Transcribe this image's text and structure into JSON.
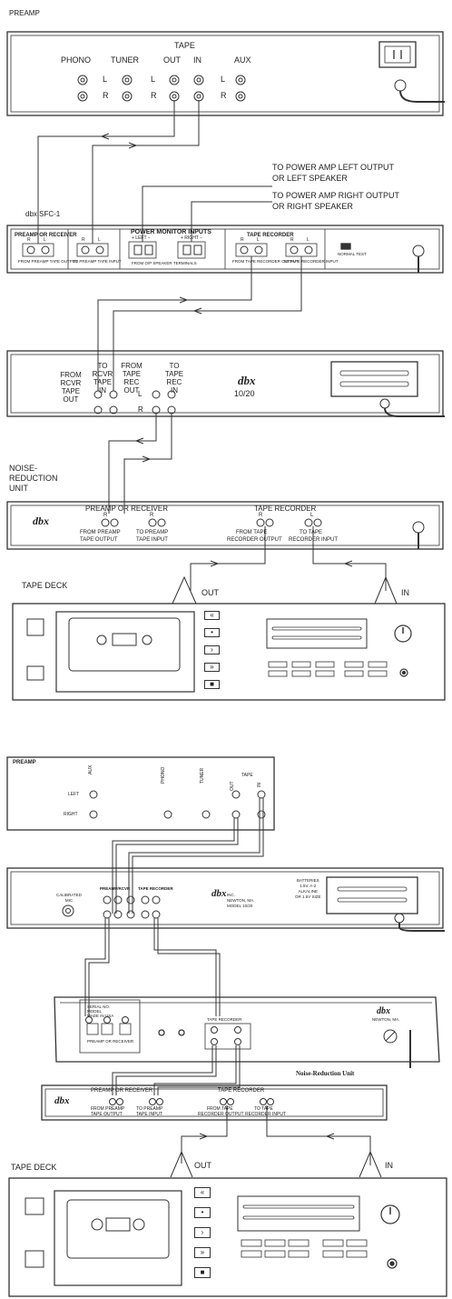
{
  "diagram_a": {
    "preamp": {
      "title": "PREAMP",
      "tape": "TAPE",
      "phono": "PHONO",
      "tuner": "TUNER",
      "out": "OUT",
      "in": "IN",
      "aux": "AUX",
      "l": "L",
      "r": "R"
    },
    "sfc": {
      "label": "dbx SFC-1",
      "section_preamp": "PREAMP OR RECEIVER",
      "section_power": "POWER MONITOR INPUTS",
      "left_plus": "+ LEFT −",
      "right_plus": "+ RIGHT −",
      "section_tape": "TAPE RECORDER",
      "from_preamp_tape_output": "FROM PREAMP TAPE OUTPUT",
      "to_preamp_tape_input": "TO PREAMP TAPE INPUT",
      "from_speaker_terminals": "FROM O/P SPEAKER TERMINALS",
      "from_tape_recorder_output": "FROM TAPE RECORDER OUTPUT",
      "to_tape_recorder_input": "TO TAPE RECORDER INPUT",
      "switch": "NORMAL TEST",
      "r": "R",
      "l": "L"
    },
    "power_left_note_1": "TO POWER AMP LEFT OUTPUT",
    "power_left_note_2": "OR LEFT SPEAKER",
    "power_right_note_1": "TO POWER AMP RIGHT OUTPUT",
    "power_right_note_2": "OR RIGHT SPEAKER",
    "unit1020": {
      "col1": [
        "FROM",
        "RCVR",
        "TAPE",
        "OUT"
      ],
      "col2": [
        "TO",
        "RCVR",
        "TAPE",
        "IN"
      ],
      "col3": [
        "FROM",
        "TAPE",
        "REC",
        "OUT"
      ],
      "col4": [
        "TO",
        "TAPE",
        "REC",
        "IN"
      ],
      "l": "L",
      "r": "R",
      "logo": "dbx",
      "model": "10/20"
    },
    "nr_note": [
      "NOISE-",
      "REDUCTION",
      "UNIT"
    ],
    "nr": {
      "logo": "dbx",
      "section_preamp": "PREAMP OR RECEIVER",
      "section_tape": "TAPE RECORDER",
      "r": "R",
      "l": "L",
      "from_preamp_1": "FROM PREAMP",
      "from_preamp_2": "TAPE OUTPUT",
      "to_preamp_1": "TO PREAMP",
      "to_preamp_2": "TAPE INPUT",
      "from_tape_1": "FROM TAPE",
      "from_tape_2": "RECORDER OUTPUT",
      "to_tape_1": "TO TAPE",
      "to_tape_2": "RECORDER INPUT"
    },
    "out_label": "OUT",
    "in_label": "IN",
    "tape_deck": "TAPE DECK"
  },
  "diagram_b": {
    "preamp": {
      "title": "PREAMP",
      "aux": "AUX",
      "left": "LEFT",
      "right": "RIGHT",
      "phono": "PHONO",
      "tuner": "TUNER",
      "out": "OUT",
      "in": "IN",
      "tape": "TAPE"
    },
    "unit1020": {
      "calibrated": [
        "CALIBRATED",
        "MIC"
      ],
      "section_preamp": "PREAMP/RCVR",
      "section_tape": "TAPE RECORDER",
      "batteries": [
        "BATTERIES",
        "1.5V. A-2",
        "ALKALINE",
        "OR 1.5V SIZE"
      ],
      "logo": "dbx",
      "model": [
        "INC.",
        "NEWTON, MA.",
        "MODEL 10/20"
      ]
    },
    "sfc_rear": {
      "logo": "dbx",
      "sub": "NEWTON, MA.",
      "section_preamp": "PREAMP OR RECEIVER",
      "section_tape": "TAPE RECORDER",
      "serial": [
        "SERIAL NO.",
        "MODEL",
        "MADE IN USA"
      ]
    },
    "nr_title": "Noise-Reduction Unit",
    "nr": {
      "logo": "dbx",
      "section_preamp": "PREAMP OR RECEIVER",
      "section_tape": "TAPE RECORDER",
      "from_preamp_1": "FROM PREAMP",
      "from_preamp_2": "TAPE OUTPUT",
      "to_preamp_1": "TO PREAMP",
      "to_preamp_2": "TAPE INPUT",
      "from_tape_1": "FROM TAPE",
      "from_tape_2": "RECORDER OUTPUT",
      "to_tape_1": "TO TAPE",
      "to_tape_2": "RECORDER INPUT"
    },
    "out_label": "OUT",
    "in_label": "IN",
    "tape_deck": "TAPE DECK"
  },
  "deck_controls": [
    "«",
    "•",
    "›",
    "»",
    "■"
  ]
}
